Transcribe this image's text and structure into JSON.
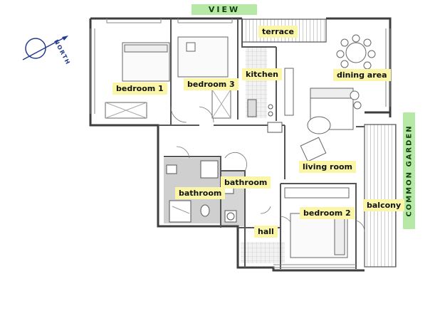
{
  "banners": {
    "top": "VIEW",
    "right": "COMMON GARDEN"
  },
  "compass": {
    "label": "NORTH"
  },
  "rooms": {
    "terrace": "terrace",
    "kitchen": "kitchen",
    "dining_area": "dining area",
    "bedroom_1": "bedroom 1",
    "bedroom_3": "bedroom 3",
    "living_room": "living room",
    "bathroom_main": "bathroom",
    "bathroom_small": "bathroom",
    "balcony": "balcony",
    "bedroom_2": "bedroom 2",
    "hall": "hall"
  },
  "colors": {
    "label_bg": "#fbf6a7",
    "banner_bg": "#b6e9a6",
    "wall": "#4a4a4a",
    "compass": "#243a92"
  }
}
